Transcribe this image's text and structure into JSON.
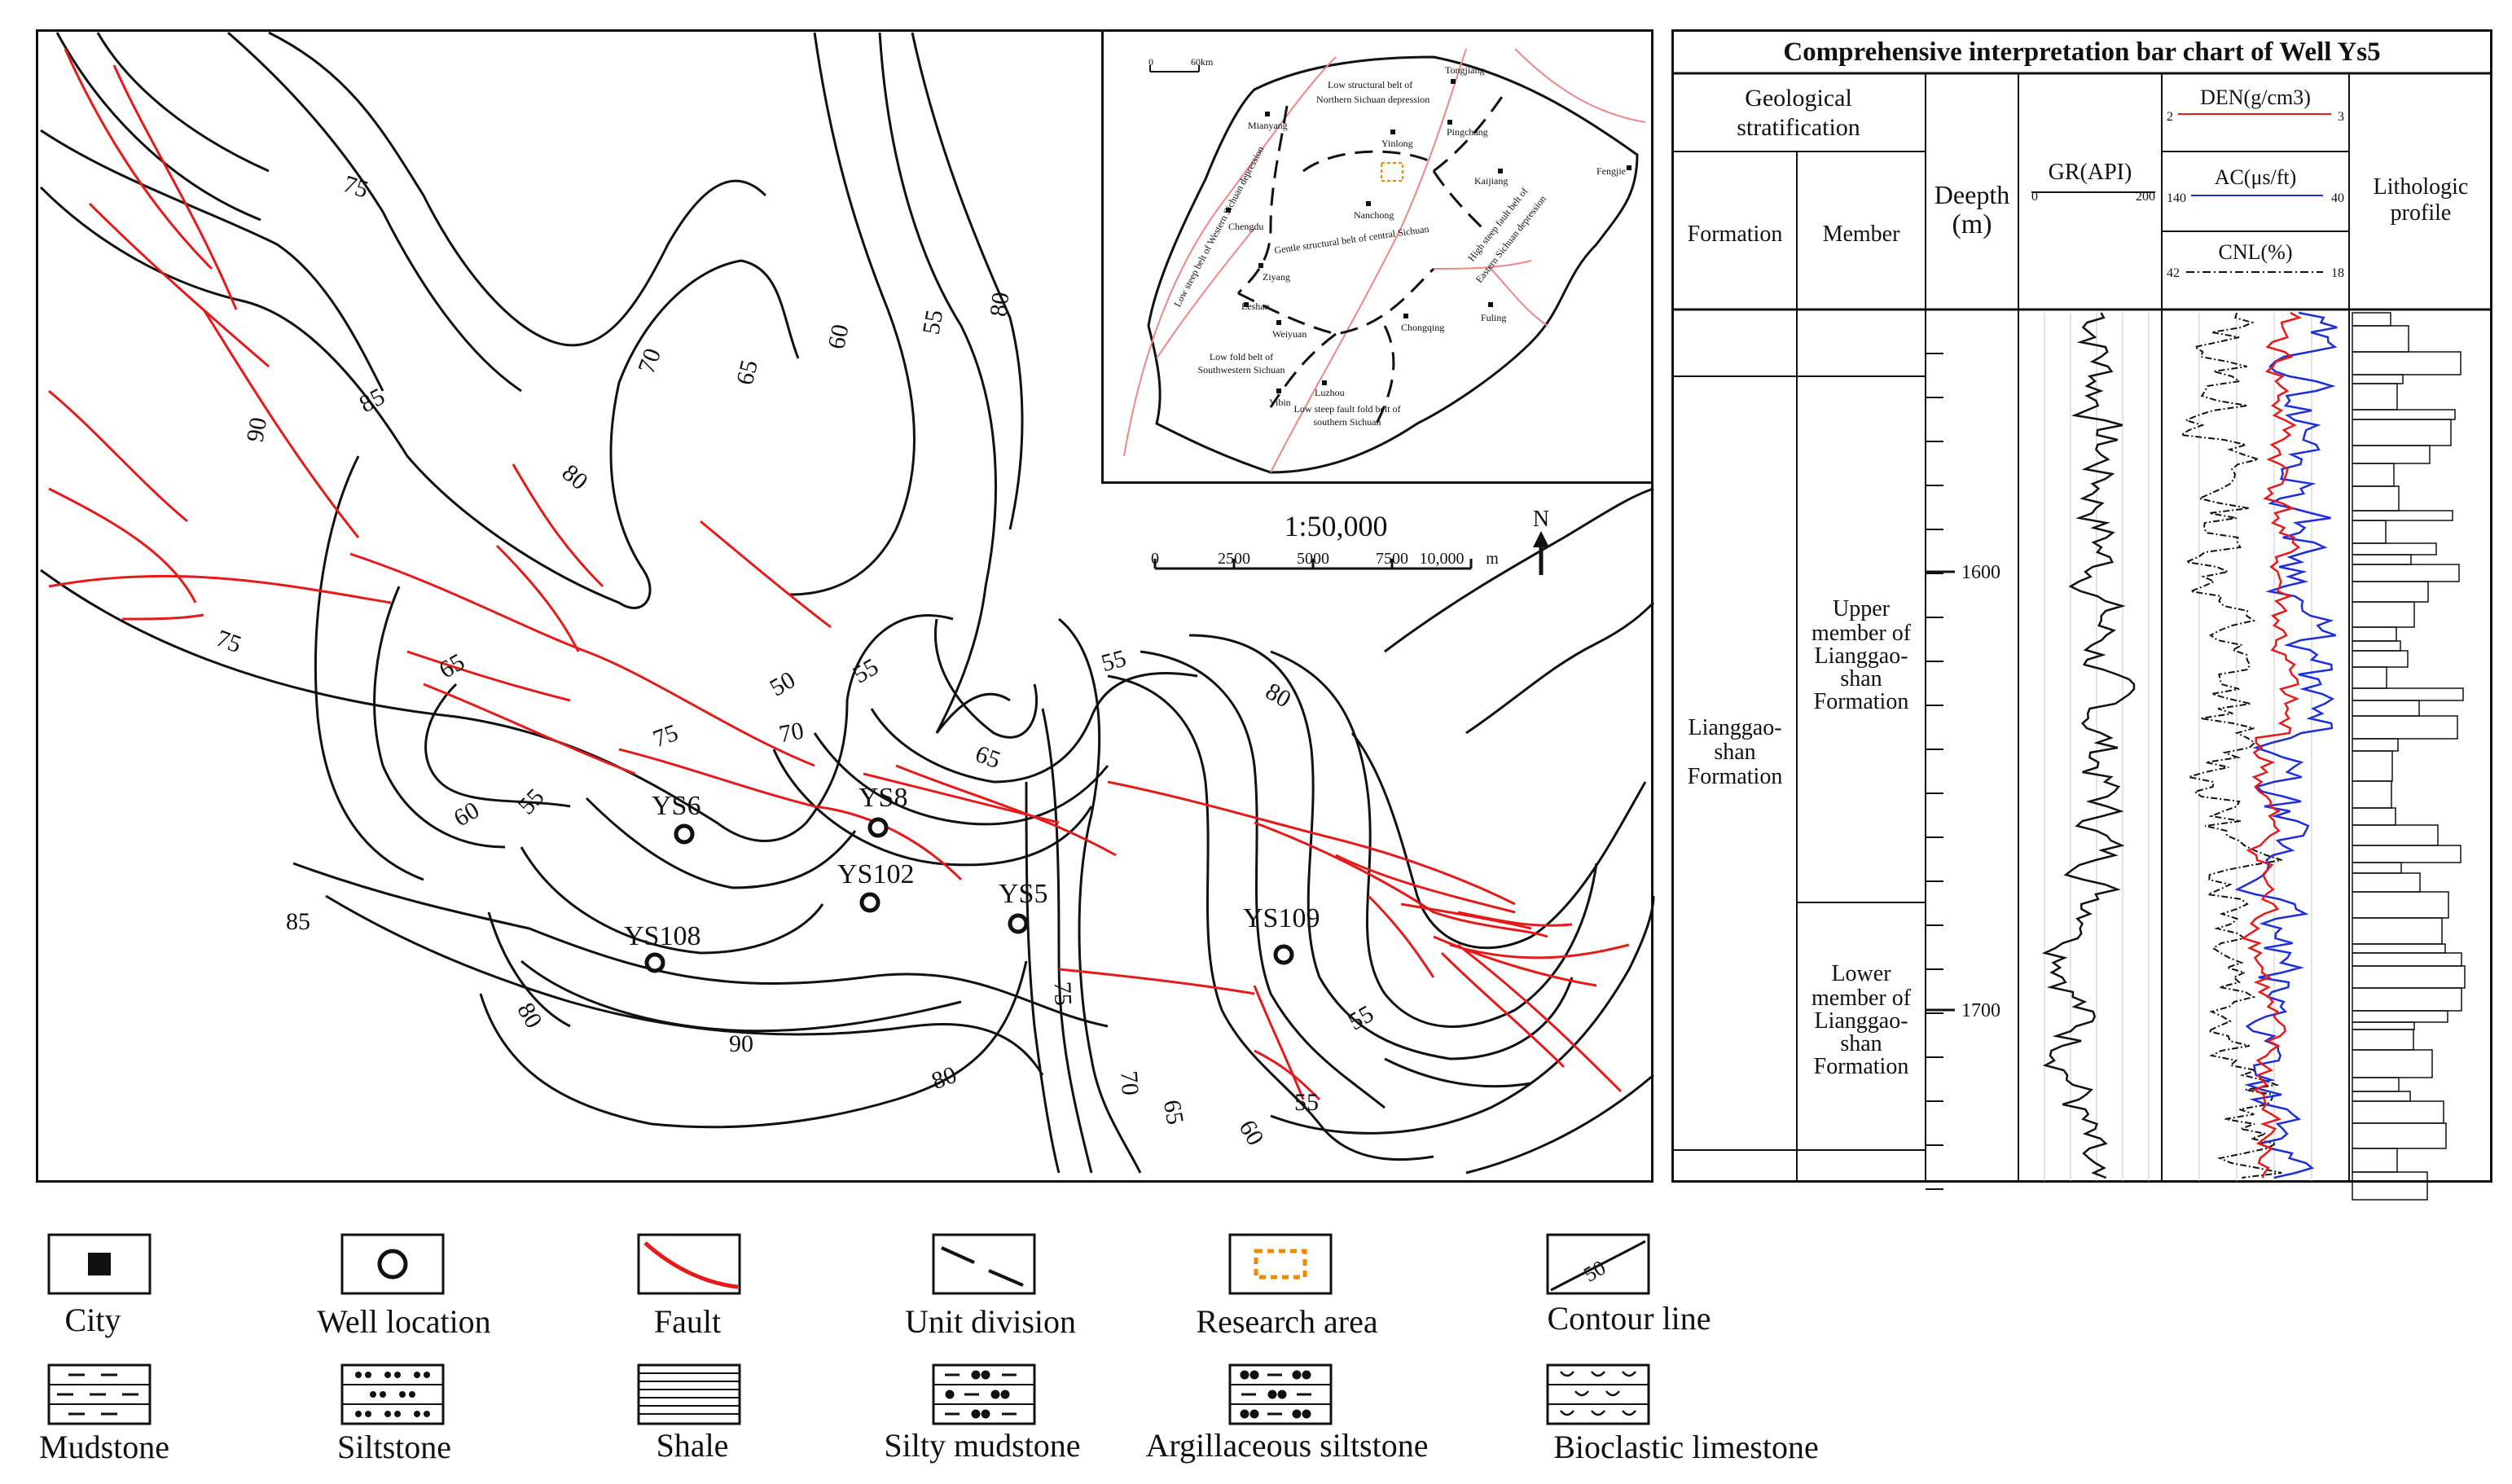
{
  "map": {
    "scale": {
      "label": "1:50,000",
      "ticks": [
        "0",
        "2500",
        "5000",
        "7500",
        "10,000",
        "m"
      ]
    },
    "north_label": "N",
    "contour_labels": [
      "75",
      "90",
      "85",
      "80",
      "75",
      "70",
      "65",
      "60",
      "55",
      "80",
      "65",
      "60",
      "55",
      "50",
      "55",
      "75",
      "70",
      "65",
      "55",
      "80",
      "85",
      "80",
      "90",
      "80",
      "75",
      "70",
      "65",
      "60",
      "55",
      "55"
    ],
    "wells": [
      "YS6",
      "YS8",
      "YS102",
      "YS5",
      "YS108",
      "YS109"
    ],
    "fault_color": "#e31b1b",
    "contour_color": "#111111"
  },
  "inset": {
    "scale_ticks": [
      "0",
      "60km"
    ],
    "cities": [
      "Tongjiang",
      "Mianyang",
      "Yinlong",
      "Pingchang",
      "Kaijiang",
      "Fengjie",
      "Nanchong",
      "Chengdu",
      "Ziyang",
      "Leshan",
      "Weiyuan",
      "Chongqing",
      "Fuling",
      "Luzhou",
      "Yibin"
    ],
    "regions": [
      "Low structural belt of",
      "Northern Sichuan depression",
      "Low steep belt of Western Sichuan depression",
      "Gentle structural belt of central Sichuan",
      "High steep fault belt of",
      "Eastern Sichuan depression",
      "Low fold belt of",
      "Southwestern Sichuan",
      "Low steep fault fold belt of",
      "southern Sichuan"
    ],
    "research_area_color": "#f08a00"
  },
  "log": {
    "title": "Comprehensive interpretation bar chart of Well Ys5",
    "geo_strat": [
      "Geological",
      "stratification"
    ],
    "formation_header": "Formation",
    "member_header": "Member",
    "depth_header": [
      "Deepth",
      "(m)"
    ],
    "gr_label": "GR(API)",
    "gr_range": [
      "0",
      "200"
    ],
    "den_label": "DEN(g/cm3)",
    "den_range": [
      "2",
      "3"
    ],
    "ac_label": "AC(μs/ft)",
    "ac_range": [
      "140",
      "40"
    ],
    "cnl_label": "CNL(%)",
    "cnl_range": [
      "42",
      "18"
    ],
    "litho_header": [
      "Lithologic",
      "profile"
    ],
    "formation_name": [
      "Lianggao-",
      "shan",
      "Formation"
    ],
    "upper_member": [
      "Upper",
      "member of",
      "Lianggao-",
      "shan",
      "Formation"
    ],
    "lower_member": [
      "Lower",
      "member of",
      "Lianggao-",
      "shan",
      "Formation"
    ],
    "depth_ticks": [
      "1600",
      "1700"
    ],
    "den_color": "#e31b1b",
    "ac_color": "#1f2fd6",
    "cnl_color": "#111111"
  },
  "legend": {
    "items": [
      "City",
      "Well location",
      "Fault",
      "Unit division",
      "Research area",
      "Contour line",
      "Mudstone",
      "Siltstone",
      "Shale",
      "Silty mudstone",
      "Argillaceous siltstone",
      "Bioclastic limestone"
    ],
    "contour_sample": "50"
  }
}
